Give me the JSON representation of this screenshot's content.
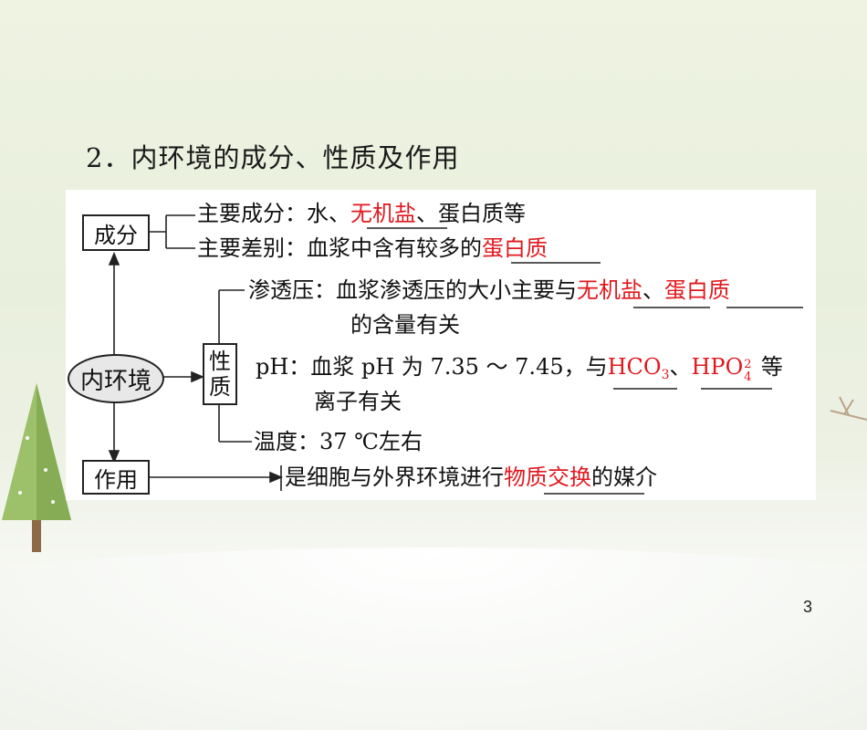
{
  "title": "2．内环境的成分、性质及作用",
  "page_number": "3",
  "colors": {
    "answer": "#e0191f",
    "ink": "#111111"
  },
  "center": "内环境",
  "nodes": {
    "components": "成分",
    "properties_top": "性",
    "properties_bottom": "质",
    "function": "作用"
  },
  "components": {
    "main_prefix": "主要成分：水、",
    "main_answer": "无机盐",
    "main_suffix": "、蛋白质等",
    "diff_prefix": "主要差别：血浆中含有较多的",
    "diff_answer": "蛋白质"
  },
  "properties": {
    "osmotic_prefix": "渗透压：血浆渗透压的大小主要与",
    "osmotic_answer1": "无机盐",
    "osmotic_sep": "、",
    "osmotic_answer2": "蛋白质",
    "osmotic_line2": "的含量有关",
    "ph_prefix": "pH：血浆 pH 为 7.35 ～ 7.45，与",
    "ph_answer1_base": "HCO",
    "ph_answer1_sub": "3",
    "ph_sep": "、",
    "ph_answer2_base": "HPO",
    "ph_answer2_sup": "2",
    "ph_answer2_sub": "4",
    "ph_suffix": " 等",
    "ph_line2": "离子有关",
    "temp": "温度：37 ℃左右"
  },
  "function": {
    "prefix": "是细胞与外界环境进行",
    "answer": "物质交换",
    "suffix": "的媒介"
  }
}
